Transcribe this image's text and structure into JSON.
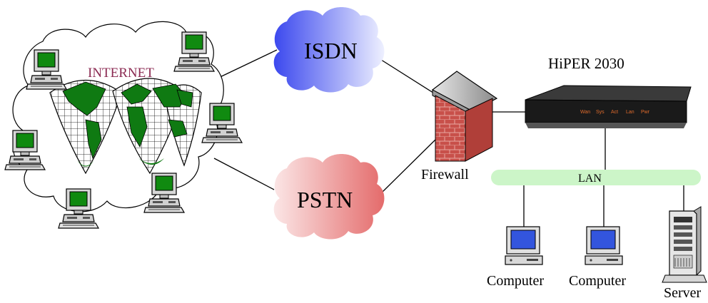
{
  "labels": {
    "internet": "INTERNET",
    "isdn": "ISDN",
    "pstn": "PSTN",
    "router": "HiPER 2030",
    "firewall": "Firewall",
    "lan": "LAN",
    "computer_1": "Computer",
    "computer_2": "Computer",
    "server": "Server"
  },
  "router_leds": [
    "Wan",
    "Sys",
    "Act",
    "Lan",
    "Pwr"
  ],
  "colors": {
    "isdn_cloud": "#4a58f0",
    "pstn_cloud": "#e97a7a",
    "lan_bar": "#ccf5c8",
    "brick": "#c8504a",
    "continents": "#0f7a12",
    "monitor_screen": "#108a10",
    "internet_text": "#8b2a52"
  },
  "icons": {
    "internet": "globe-map-icon",
    "hosts": "desktop-computer-icon",
    "firewall": "brick-wall-icon",
    "router": "router-device-icon",
    "server": "tower-server-icon"
  }
}
